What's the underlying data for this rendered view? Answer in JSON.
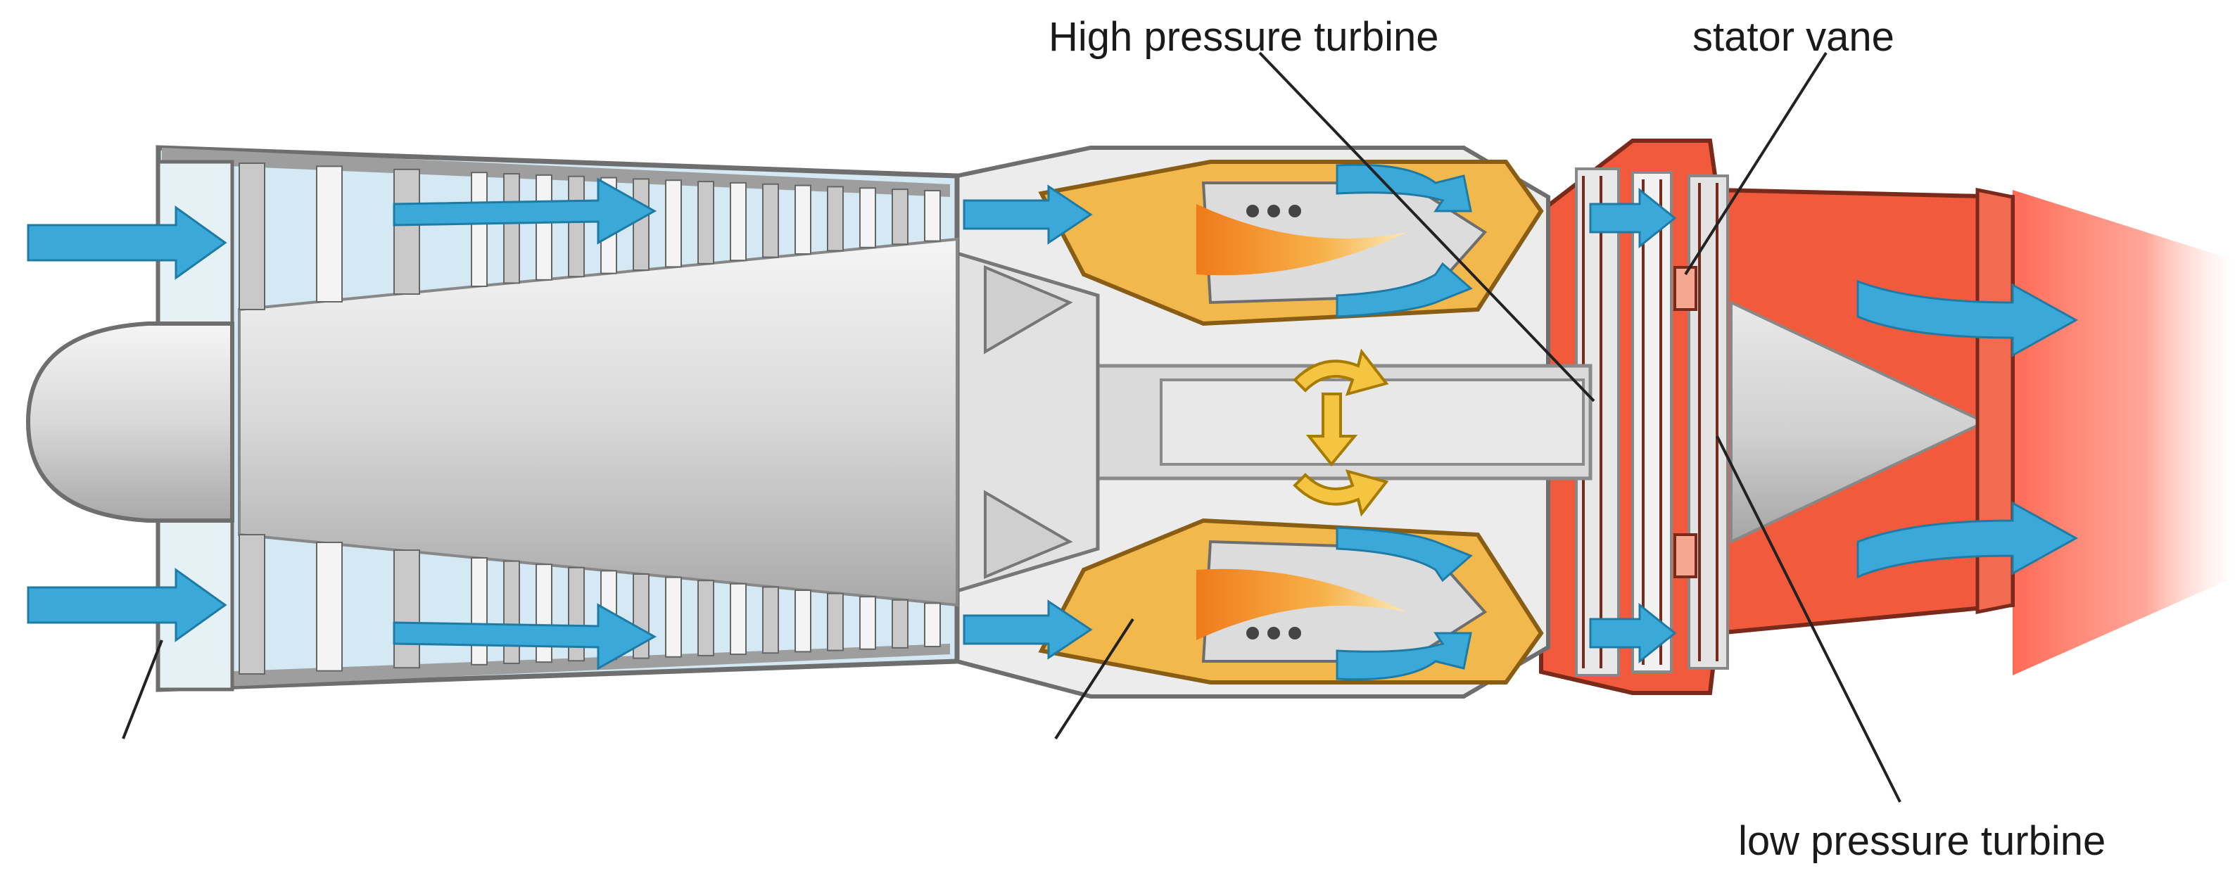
{
  "labels": {
    "high_pressure_turbine": "High pressure turbine",
    "stator_vane": "stator vane",
    "low_pressure_turbine": "low pressure turbine"
  },
  "colors": {
    "airflow": "#3aa8d8",
    "combustion": "#f39c35",
    "hot_section": "#f15a3c",
    "exhaust": "#ff6a55",
    "casing": "#7b7b7b",
    "metal": "#cfcfcf",
    "combustor_liner": "#f2b84b"
  },
  "icons": {
    "airflow_arrow": "airflow-arrow-icon",
    "rotation_arrow": "rotation-arrow-icon"
  }
}
